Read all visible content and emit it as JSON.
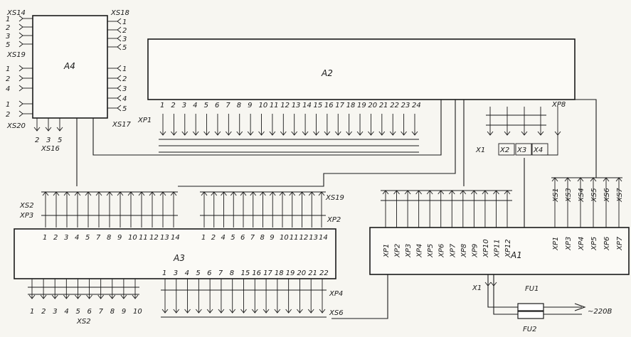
{
  "blocks": {
    "a1": "A1",
    "a2": "A2",
    "a3": "A3",
    "a4": "A4"
  },
  "a4": {
    "xs14": "XS14",
    "xs14_pins": [
      "1",
      "2",
      "3",
      "5"
    ],
    "xs19": "XS19",
    "xs19_pins": [
      "1",
      "2",
      "4"
    ],
    "xs20": "XS20",
    "xs20_pins": [
      "1",
      "2"
    ],
    "xs16": "XS16",
    "xs16_pins": [
      "2",
      "3",
      "5"
    ],
    "xs18": "XS18",
    "xs18_pins": [
      "1",
      "2",
      "3",
      "5"
    ],
    "xs17": "XS17",
    "xs17_pins": [
      "1",
      "2",
      "3",
      "4",
      "5"
    ]
  },
  "a2": {
    "xp1": "XP1",
    "xp8": "XP8",
    "pins": [
      "1",
      "2",
      "3",
      "4",
      "5",
      "6",
      "7",
      "8",
      "9",
      "10",
      "11",
      "12",
      "13",
      "14",
      "15",
      "16",
      "17",
      "18",
      "19",
      "20",
      "21",
      "22",
      "23",
      "24"
    ],
    "sockets": [
      "X1",
      "X2",
      "X3",
      "X4"
    ]
  },
  "a3": {
    "xs2_top": "XS2",
    "xp3": "XP3",
    "left_pins": [
      "1",
      "2",
      "3",
      "4",
      "5",
      "7",
      "8",
      "9",
      "10",
      "11",
      "12",
      "13",
      "14"
    ],
    "xs19": "XS19",
    "xp2": "XP2",
    "right_pins": [
      "1",
      "2",
      "4",
      "5",
      "6",
      "7",
      "8",
      "9",
      "10",
      "11",
      "12",
      "13",
      "14"
    ],
    "bottom_pins": [
      "1",
      "3",
      "4",
      "5",
      "6",
      "7",
      "8",
      "15",
      "16",
      "17",
      "18",
      "19",
      "20",
      "21",
      "22"
    ],
    "xp4": "XP4",
    "xs6": "XS6",
    "xs2_bottom": "XS2",
    "xs2_bottom_pins": [
      "1",
      "2",
      "3",
      "4",
      "5",
      "6",
      "7",
      "8",
      "9",
      "10"
    ]
  },
  "a1": {
    "left_labels": [
      "XP1",
      "XP2",
      "XP3",
      "XP4",
      "XP5",
      "XP6",
      "XP7",
      "XP8",
      "XP9",
      "XP10",
      "XP11",
      "XP12"
    ],
    "right_labels": [
      "XP1",
      "XP3",
      "XP4",
      "XP5",
      "XP6",
      "XP7"
    ],
    "top_right_labels": [
      "XS1",
      "XS3",
      "XS4",
      "XS5",
      "XS6",
      "XS7"
    ],
    "x1": "X1"
  },
  "power": {
    "fu1": "FU1",
    "fu2": "FU2",
    "voltage": "~220В"
  }
}
